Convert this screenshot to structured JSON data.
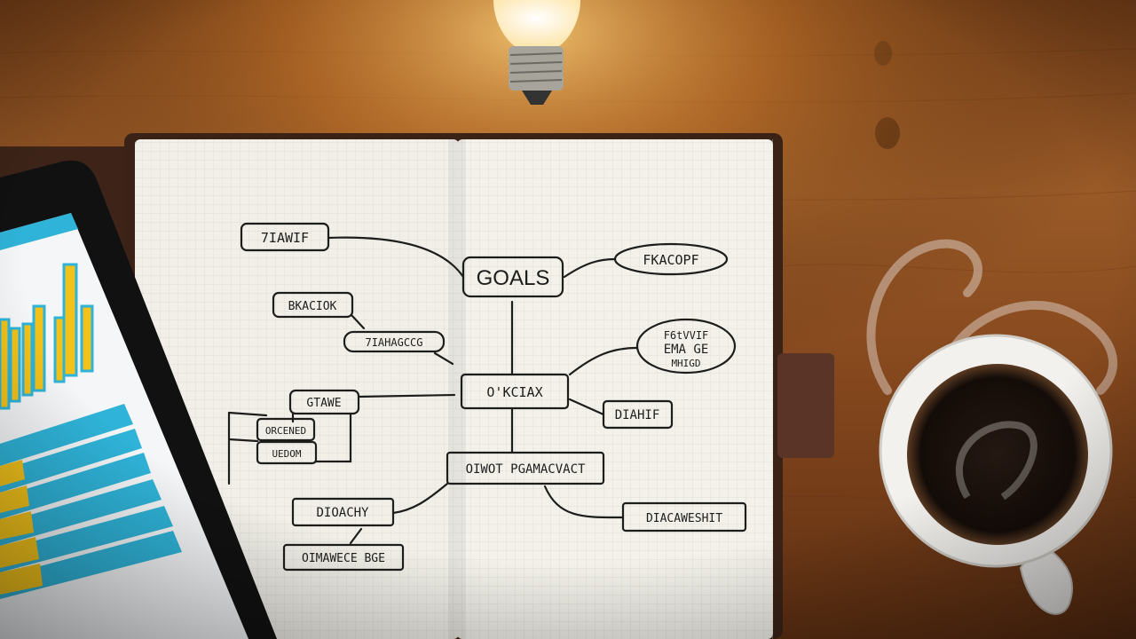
{
  "scene": {
    "colors": {
      "wood": "#8a4f22",
      "wood_dark": "#5a2e10",
      "paper": "#f1efe8",
      "ink": "#1d1d1b",
      "coffee": "#1b120d",
      "chart_blue": "#2fb3d8",
      "chart_yellow": "#f2c21b",
      "bulb_glow": "#fff6d8"
    },
    "icons": [
      "light-bulb",
      "notebook",
      "tablet",
      "coffee-cup"
    ]
  },
  "mindmap": {
    "center": "GOALS",
    "nodes": [
      "7IAWIF",
      "FKACOPF",
      "BKACIOK",
      "7IAHAGCCG",
      "F6tVVIF",
      "EMA GE",
      "MHIGD",
      "O'KCIAX",
      "DIAHIF",
      "GTAWE",
      "ORCENED",
      "UEDOM",
      "OIWOT PGAMACVACT",
      "DIOACHY",
      "DIACAWESHIT",
      "OIMAWECE BGE"
    ]
  }
}
